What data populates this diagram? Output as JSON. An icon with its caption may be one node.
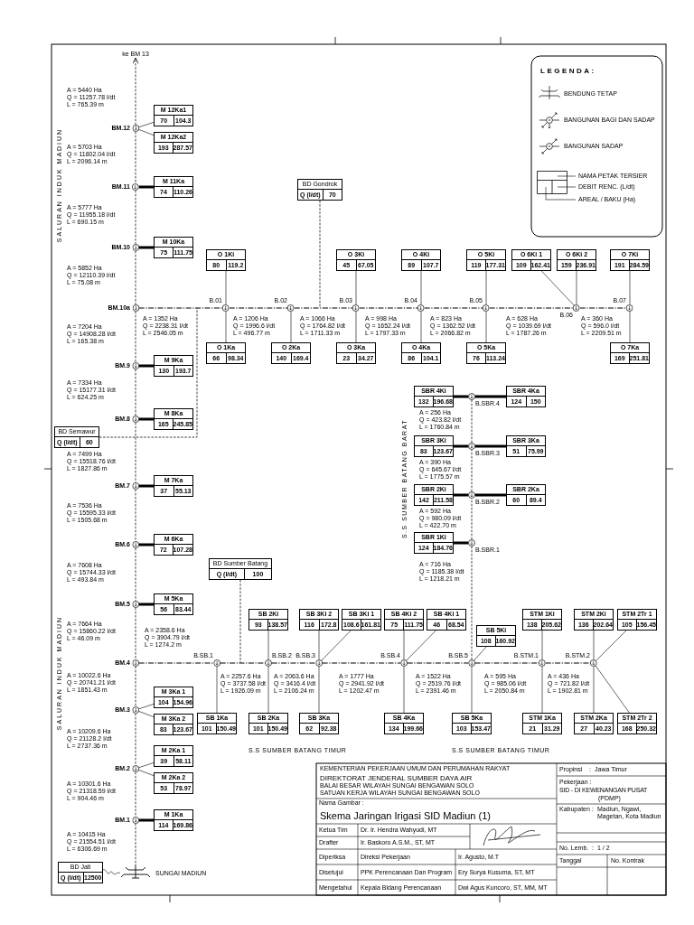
{
  "diagram": {
    "title": "Skema Jaringan Irigasi SID Madiun (1)",
    "nodes": [
      {
        "text": [
          "ke BM 13"
        ]
      },
      {
        "text": [
          "BM.12"
        ]
      },
      {
        "text": [
          "M 12Ka1",
          "70",
          "104.3"
        ]
      },
      {
        "text": [
          "M 12Ka2",
          "193",
          "287.57"
        ]
      },
      {
        "text": [
          "BM.11"
        ]
      },
      {
        "text": [
          "M 11Ka",
          "74",
          "110.26"
        ]
      },
      {
        "text": [
          "BD Gondrok",
          "Q (l/dt)",
          "70"
        ]
      },
      {
        "text": [
          "BM.10"
        ]
      },
      {
        "text": [
          "M 10Ka",
          "75",
          "111.75"
        ]
      },
      {
        "text": [
          "O 1Ki",
          "80",
          "119.2"
        ]
      },
      {
        "text": [
          "O 3Ki",
          "45",
          "67.05"
        ]
      },
      {
        "text": [
          "O 4Ki",
          "89",
          "107.7"
        ]
      },
      {
        "text": [
          "O 5Ki",
          "119",
          "177.31"
        ]
      },
      {
        "text": [
          "O 6Ki 1",
          "109",
          "162.41"
        ]
      },
      {
        "text": [
          "O 6Ki 2",
          "159",
          "236.91"
        ]
      },
      {
        "text": [
          "O 7Ki",
          "191",
          "284.59"
        ]
      },
      {
        "text": [
          "BM.10a"
        ]
      },
      {
        "text": [
          "B.01"
        ]
      },
      {
        "text": [
          "B.02"
        ]
      },
      {
        "text": [
          "B.03"
        ]
      },
      {
        "text": [
          "B.04"
        ]
      },
      {
        "text": [
          "B.05"
        ]
      },
      {
        "text": [
          "B.06"
        ]
      },
      {
        "text": [
          "B.07"
        ]
      },
      {
        "text": [
          "O 1Ka",
          "66",
          "98.34"
        ]
      },
      {
        "text": [
          "O 2Ka",
          "140",
          "169.4"
        ]
      },
      {
        "text": [
          "O 3Ka",
          "23",
          "34.27"
        ]
      },
      {
        "text": [
          "O 4Ka",
          "86",
          "104.1"
        ]
      },
      {
        "text": [
          "O 5Ka",
          "76",
          "113.24"
        ]
      },
      {
        "text": [
          "O 7Ka",
          "169",
          "251.81"
        ]
      },
      {
        "text": [
          "BM.9"
        ]
      },
      {
        "text": [
          "M 9Ka",
          "130",
          "193.7"
        ]
      },
      {
        "text": [
          "SBR 4Ki",
          "132",
          "196.68"
        ]
      },
      {
        "text": [
          "B.SBR.4"
        ]
      },
      {
        "text": [
          "SBR 4Ka",
          "124",
          "150"
        ]
      },
      {
        "text": [
          "BM.8"
        ]
      },
      {
        "text": [
          "M 8Ka",
          "165",
          "245.85"
        ]
      },
      {
        "text": [
          "BD Semawur",
          "Q (l/dt)",
          "60"
        ]
      },
      {
        "text": [
          "SBR 3Ki",
          "83",
          "123.67"
        ]
      },
      {
        "text": [
          "B.SBR.3"
        ]
      },
      {
        "text": [
          "SBR 3Ka",
          "51",
          "75.99"
        ]
      },
      {
        "text": [
          "BM.7"
        ]
      },
      {
        "text": [
          "M 7Ka",
          "37",
          "55.13"
        ]
      },
      {
        "text": [
          "SBR 2Ki",
          "142",
          "211.58"
        ]
      },
      {
        "text": [
          "B.SBR.2"
        ]
      },
      {
        "text": [
          "SBR 2Ka",
          "60",
          "89.4"
        ]
      },
      {
        "text": [
          "SBR 1Ki",
          "124",
          "184.76"
        ]
      },
      {
        "text": [
          "B.SBR.1"
        ]
      },
      {
        "text": [
          "BM.6"
        ]
      },
      {
        "text": [
          "M 6Ka",
          "72",
          "107.28"
        ]
      },
      {
        "text": [
          "BD Sumber Batang",
          "Q (l/dt)",
          "100"
        ]
      },
      {
        "text": [
          "BM.5"
        ]
      },
      {
        "text": [
          "M 5Ka",
          "56",
          "83.44"
        ]
      },
      {
        "text": [
          "SB 2Ki",
          "93",
          "138.57"
        ]
      },
      {
        "text": [
          "SB 3Ki 2",
          "116",
          "172.8"
        ]
      },
      {
        "text": [
          "SB 3Ki 1",
          "108.6",
          "161.81"
        ]
      },
      {
        "text": [
          "SB 4Ki 2",
          "75",
          "111.75"
        ]
      },
      {
        "text": [
          "SB 4Ki 1",
          "46",
          "68.54"
        ]
      },
      {
        "text": [
          "STM 1Ki",
          "138",
          "205.62"
        ]
      },
      {
        "text": [
          "STM 2Ki",
          "136",
          "202.64"
        ]
      },
      {
        "text": [
          "STM 2Tr 1",
          "105",
          "156.45"
        ]
      },
      {
        "text": [
          "SB 5Ki",
          "108",
          "160.92"
        ]
      },
      {
        "text": [
          "BM.4"
        ]
      },
      {
        "text": [
          "B.SB.1"
        ]
      },
      {
        "text": [
          "B.SB.2"
        ]
      },
      {
        "text": [
          "B.SB.3"
        ]
      },
      {
        "text": [
          "B.SB.4"
        ]
      },
      {
        "text": [
          "B.SB.5"
        ]
      },
      {
        "text": [
          "B.STM.1"
        ]
      },
      {
        "text": [
          "B.STM.2"
        ]
      },
      {
        "text": [
          "BM.3"
        ]
      },
      {
        "text": [
          "M 3Ka 1",
          "104",
          "154.96"
        ]
      },
      {
        "text": [
          "M 3Ka 2",
          "83",
          "123.67"
        ]
      },
      {
        "text": [
          "SB 1Ka",
          "101",
          "150.49"
        ]
      },
      {
        "text": [
          "SB 2Ka",
          "101",
          "150.49"
        ]
      },
      {
        "text": [
          "SB 3Ka",
          "62",
          "92.38"
        ]
      },
      {
        "text": [
          "SB 4Ka",
          "134",
          "199.66"
        ]
      },
      {
        "text": [
          "SB 5Ka",
          "103",
          "153.47"
        ]
      },
      {
        "text": [
          "STM 1Ka",
          "21",
          "31.29"
        ]
      },
      {
        "text": [
          "STM 2Ka",
          "27",
          "40.23"
        ]
      },
      {
        "text": [
          "STM 2Tr 2",
          "168",
          "250.32"
        ]
      },
      {
        "text": [
          "BM.2"
        ]
      },
      {
        "text": [
          "M 2Ka 1",
          "39",
          "58.11"
        ]
      },
      {
        "text": [
          "M 2Ka 2",
          "53",
          "78.97"
        ]
      },
      {
        "text": [
          "BM.1"
        ]
      },
      {
        "text": [
          "M 1Ka",
          "114",
          "169.86"
        ]
      },
      {
        "text": [
          "BD Jati",
          "Q (l/dt)",
          "12500"
        ]
      },
      {
        "text": [],
        "shape": "picture",
        "beside": [
          "SUNGAI MADIUN"
        ]
      }
    ],
    "edges": [
      {
        "from": 1,
        "to": 0,
        "arrow": "to",
        "style": "dashed"
      },
      {
        "from": 1,
        "to": 4,
        "arrow": "none",
        "style": "dashed"
      },
      {
        "from": 4,
        "to": 7,
        "arrow": "none",
        "style": "dashed"
      },
      {
        "from": 7,
        "to": 16,
        "arrow": "none",
        "style": "dashed"
      },
      {
        "from": 16,
        "to": 30,
        "arrow": "none",
        "style": "dashed"
      },
      {
        "from": 30,
        "to": 35,
        "arrow": "none",
        "style": "dashed"
      },
      {
        "from": 35,
        "to": 41,
        "arrow": "none",
        "style": "dashed"
      },
      {
        "from": 41,
        "to": 48,
        "arrow": "none",
        "style": "dashed"
      },
      {
        "from": 48,
        "to": 51,
        "arrow": "none",
        "style": "dashed"
      },
      {
        "from": 51,
        "to": 62,
        "arrow": "none",
        "style": "dashed"
      },
      {
        "from": 62,
        "to": 70,
        "arrow": "none",
        "style": "dashed"
      },
      {
        "from": 70,
        "to": 81,
        "arrow": "none",
        "style": "dashed"
      },
      {
        "from": 81,
        "to": 84,
        "arrow": "none",
        "style": "dashed"
      },
      {
        "from": 84,
        "to": 87,
        "arrow": "none",
        "style": "dashed"
      },
      {
        "from": 16,
        "to": 17,
        "arrow": "none",
        "style": "dashed"
      },
      {
        "from": 17,
        "to": 18,
        "arrow": "none",
        "style": "dashed"
      },
      {
        "from": 18,
        "to": 19,
        "arrow": "none",
        "style": "dashed"
      },
      {
        "from": 19,
        "to": 20,
        "arrow": "none",
        "style": "dashed"
      },
      {
        "from": 20,
        "to": 21,
        "arrow": "none",
        "style": "dashed"
      },
      {
        "from": 21,
        "to": 22,
        "arrow": "none",
        "style": "dashed"
      },
      {
        "from": 22,
        "to": 23,
        "arrow": "none",
        "style": "dashed"
      },
      {
        "from": 62,
        "to": 63,
        "arrow": "none",
        "style": "dashed"
      },
      {
        "from": 63,
        "to": 64,
        "arrow": "none",
        "style": "dashed"
      },
      {
        "from": 64,
        "to": 65,
        "arrow": "none",
        "style": "dashed"
      },
      {
        "from": 65,
        "to": 66,
        "arrow": "none",
        "style": "dashed"
      },
      {
        "from": 66,
        "to": 67,
        "arrow": "none",
        "style": "dashed"
      },
      {
        "from": 67,
        "to": 68,
        "arrow": "none",
        "style": "dashed"
      },
      {
        "from": 68,
        "to": 69,
        "arrow": "none",
        "style": "dashed"
      },
      {
        "from": 67,
        "to": 47,
        "arrow": "none",
        "style": "dashed"
      },
      {
        "from": 47,
        "to": 44,
        "arrow": "none",
        "style": "dashed"
      },
      {
        "from": 44,
        "to": 39,
        "arrow": "none",
        "style": "dashed"
      },
      {
        "from": 39,
        "to": 33,
        "arrow": "none",
        "style": "dashed"
      },
      {
        "from": 6,
        "to": null,
        "arrow": "none",
        "style": "dashed"
      },
      {
        "from": 37,
        "to": null,
        "arrow": "none",
        "style": "dashed"
      },
      {
        "from": 50,
        "to": null,
        "arrow": "none",
        "style": "dashed"
      },
      {
        "from": 86,
        "to": 87,
        "arrow": "none"
      },
      {
        "from": 1,
        "to": 2,
        "arrow": "none"
      },
      {
        "from": 1,
        "to": 3,
        "arrow": "none"
      },
      {
        "from": 4,
        "to": 5,
        "arrow": "none",
        "style": "thick"
      },
      {
        "from": 7,
        "to": 8,
        "arrow": "none",
        "style": "thick"
      },
      {
        "from": 17,
        "to": 9,
        "arrow": "none"
      },
      {
        "from": 17,
        "to": 24,
        "arrow": "none"
      },
      {
        "from": 18,
        "to": 25,
        "arrow": "none"
      },
      {
        "from": 19,
        "to": 10,
        "arrow": "none"
      },
      {
        "from": 19,
        "to": 26,
        "arrow": "none"
      },
      {
        "from": 20,
        "to": 11,
        "arrow": "none"
      },
      {
        "from": 20,
        "to": 27,
        "arrow": "none"
      },
      {
        "from": 21,
        "to": 12,
        "arrow": "none"
      },
      {
        "from": 21,
        "to": 28,
        "arrow": "none"
      },
      {
        "from": 22,
        "to": 13,
        "arrow": "none"
      },
      {
        "from": 22,
        "to": 14,
        "arrow": "none"
      },
      {
        "from": 23,
        "to": 15,
        "arrow": "none"
      },
      {
        "from": 23,
        "to": 29,
        "arrow": "none"
      },
      {
        "from": 30,
        "to": 31,
        "arrow": "none",
        "style": "thick"
      },
      {
        "from": 33,
        "to": 32,
        "arrow": "none",
        "style": "thick"
      },
      {
        "from": 33,
        "to": 34,
        "arrow": "none",
        "style": "thick"
      },
      {
        "from": 35,
        "to": 36,
        "arrow": "none",
        "style": "thick"
      },
      {
        "from": 39,
        "to": 38,
        "arrow": "none",
        "style": "thick"
      },
      {
        "from": 39,
        "to": 40,
        "arrow": "none",
        "style": "thick"
      },
      {
        "from": 41,
        "to": 42,
        "arrow": "none",
        "style": "thick"
      },
      {
        "from": 44,
        "to": 43,
        "arrow": "none",
        "style": "thick"
      },
      {
        "from": 44,
        "to": 45,
        "arrow": "none",
        "style": "thick"
      },
      {
        "from": 47,
        "to": 46,
        "arrow": "none",
        "style": "thick"
      },
      {
        "from": 48,
        "to": 49,
        "arrow": "none",
        "style": "thick"
      },
      {
        "from": 51,
        "to": 52,
        "arrow": "none",
        "style": "thick"
      },
      {
        "from": 63,
        "to": 73,
        "arrow": "none"
      },
      {
        "from": 64,
        "to": 53,
        "arrow": "none"
      },
      {
        "from": 64,
        "to": 74,
        "arrow": "none"
      },
      {
        "from": 65,
        "to": 54,
        "arrow": "none"
      },
      {
        "from": 65,
        "to": 55,
        "arrow": "none"
      },
      {
        "from": 65,
        "to": 75,
        "arrow": "none"
      },
      {
        "from": 66,
        "to": 56,
        "arrow": "none"
      },
      {
        "from": 66,
        "to": 57,
        "arrow": "none"
      },
      {
        "from": 66,
        "to": 76,
        "arrow": "none"
      },
      {
        "from": 67,
        "to": 61,
        "arrow": "none"
      },
      {
        "from": 67,
        "to": 77,
        "arrow": "none"
      },
      {
        "from": 68,
        "to": 58,
        "arrow": "none"
      },
      {
        "from": 68,
        "to": 78,
        "arrow": "none"
      },
      {
        "from": 69,
        "to": 59,
        "arrow": "none"
      },
      {
        "from": 69,
        "to": 60,
        "arrow": "none"
      },
      {
        "from": 69,
        "to": 79,
        "arrow": "none"
      },
      {
        "from": 69,
        "to": 80,
        "arrow": "none"
      },
      {
        "from": 70,
        "to": 71,
        "arrow": "none"
      },
      {
        "from": 70,
        "to": 72,
        "arrow": "none"
      },
      {
        "from": 81,
        "to": 82,
        "arrow": "none"
      },
      {
        "from": 81,
        "to": 83,
        "arrow": "none"
      },
      {
        "from": 84,
        "to": 85,
        "arrow": "none",
        "style": "thick"
      }
    ],
    "labels": [
      "A = 5440 Ha",
      "Q = 11257.78 l/dt",
      "L = 765.39 m",
      "A = 5703 Ha",
      "Q = 11802.04 l/dt",
      "L = 2096.14 m",
      "A = 5777 Ha",
      "Q = 11955.18 l/dt",
      "L = 690.15 m",
      "A = 5852 Ha",
      "Q = 12110.39 l/dt",
      "L = 75.08 m",
      "A = 7204 Ha",
      "Q = 14908.28 l/dt",
      "L = 165.38 m",
      "A = 7334 Ha",
      "Q = 15177.31 l/dt",
      "L = 624.25 m",
      "A = 7499 Ha",
      "Q = 15518.76 l/dt",
      "L = 1827.86 m",
      "A = 7536 Ha",
      "Q = 15595.33 l/dt",
      "L = 1505.68 m",
      "A = 7608 Ha",
      "Q = 15744.33 l/dt",
      "L = 493.84 m",
      "A = 7664 Ha",
      "Q = 15860.22 l/dt",
      "L = 46.09 m",
      "A = 10022.6 Ha",
      "Q = 20741.21 l/dt",
      "L = 1851.43 m",
      "A = 10209.6 Ha",
      "Q = 21128.2 l/dt",
      "L = 2737.36 m",
      "A = 10301.6 Ha",
      "Q = 21318.59 l/dt",
      "L = 904.46 m",
      "A = 10415 Ha",
      "Q = 21554.51 l/dt",
      "L = 6306.69 m",
      "A = 1352 Ha",
      "Q = 2238.31 l/dt",
      "L = 2546.05 m",
      "A = 1206 Ha",
      "Q = 1996.6 l/dt",
      "L = 496.77 m",
      "A = 1066 Ha",
      "Q = 1764.82 l/dt",
      "L = 1711.33 m",
      "A = 998 Ha",
      "Q = 1652.24 l/dt",
      "L = 1797.33 m",
      "A = 823 Ha",
      "Q = 1362.52 l/dt",
      "L = 2066.82 m",
      "A = 628 Ha",
      "Q = 1039.69 l/dt",
      "L = 1787.26 m",
      "A = 360 Ha",
      "Q = 596.0 l/dt",
      "L = 2209.51 m",
      "A = 2358.6 Ha",
      "Q = 3904.79 l/dt",
      "L = 1274.2 m",
      "A = 2257.6 Ha",
      "Q = 3737.58 l/dt",
      "L = 1926.09 m",
      "A = 2063.6 Ha",
      "Q = 3416.4 l/dt",
      "L = 2106.24 m",
      "A = 1777 Ha",
      "Q = 2941.92 l/dt",
      "L = 1202.47 m",
      "A = 1522 Ha",
      "Q = 2519.76 l/dt",
      "L = 2391.46 m",
      "A = 595 Ha",
      "Q = 985.06 l/dt",
      "L = 2050.84 m",
      "A = 436 Ha",
      "Q = 721.82 l/dt",
      "L = 1902.81 m",
      "A = 256 Ha",
      "Q = 423.82 l/dt",
      "L = 1760.84 m",
      "A = 390 Ha",
      "Q = 645.67 l/dt",
      "L = 1775.57 m",
      "A = 592 Ha",
      "Q = 980.09 l/dt",
      "L = 422.70 m",
      "A = 716 Ha",
      "Q = 1185.38 l/dt",
      "L = 1218.21 m",
      "SALURAN INDUK MADIUN",
      "SALURAN INDUK MADIUN",
      "S.S SUMBER BATANG BARAT",
      "S.S SUMBER BATANG TIMUR",
      "S.S SUMBER BATANG TIMUR",
      "LEGENDA:",
      "KEMENTERIAN PEKERJAAN UMUM DAN PERUMAHAN RAKYAT",
      "DIREKTORAT JENDERAL SUMBER DAYA AIR",
      "BALAI BESAR WILAYAH SUNGAI BENGAWAN SOLO",
      "SATUAN KERJA WILAYAH SUNGAI BENGAWAN SOLO",
      "Propinsi",
      ":",
      "Jawa Timur",
      "Pekerjaan :",
      "SID - DI KEWENANGAN PUSAT",
      "(PDMP)",
      "Nama Gambar :",
      "Kabupaten :",
      "Madiun, Ngawi, Magetan, Kota Madiun",
      "Ketua Tim",
      "Dr. Ir. Hendra Wahyudi, MT",
      "Drafter",
      "Ir. Baskoro A.S.M., ST, MT",
      "No. Lemb.",
      ":",
      "1 / 2",
      "Diperiksa",
      "Direksi Pekerjaan",
      "Ir. Agusto, M.T",
      "Tanggal",
      "No. Kontrak",
      "Disetujui",
      "PPK Perencanaan Dan Program",
      "Ery Surya Kusuma, ST, MT",
      "Mengetahui",
      "Kepala Bidang Perencanaan",
      "Dwi Agus Kuncoro, ST, MM, MT"
    ],
    "legend": [
      {
        "text": "BENDUNG TETAP"
      },
      {
        "text": "BANGUNAN BAGI DAN SADAP"
      },
      {
        "text": "BANGUNAN SADAP"
      },
      {
        "text": "NAMA PETAK TERSIER"
      },
      {
        "text": "DEBIT RENC. (L/dt)"
      },
      {
        "text": "AREAL / BAKU (Ha)"
      }
    ]
  }
}
